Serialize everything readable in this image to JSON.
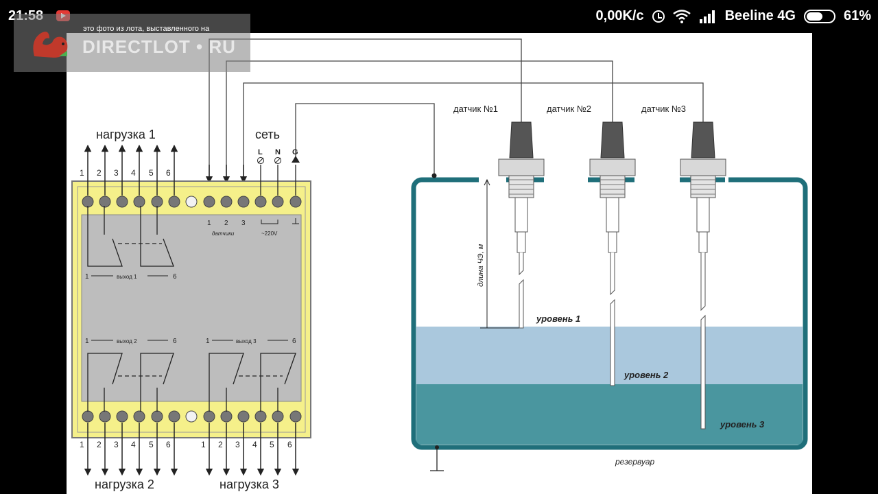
{
  "status_bar": {
    "time": "21:58",
    "net_speed": "0,00K/c",
    "carrier": "Beeline 4G",
    "battery_pct": "61%",
    "battery_level": 0.61
  },
  "watermark": {
    "small_text": "это фото из лота, выставленного на",
    "brand": "DIRECTLOT • RU"
  },
  "diagram": {
    "load1": "нагрузка 1",
    "load2": "нагрузка 2",
    "load3": "нагрузка 3",
    "mains": "сеть",
    "mains_terms": [
      "L",
      "N",
      "G"
    ],
    "terminal_numbers": [
      "1",
      "2",
      "3",
      "4",
      "5",
      "6"
    ],
    "sensors_label": "датчики",
    "sensor_numbers": [
      "1",
      "2",
      "3"
    ],
    "voltage": "~220V",
    "out1": "выход 1",
    "out2": "выход 2",
    "out3": "выход 3",
    "out_start": "1",
    "out_end": "6",
    "sensor1": "датчик №1",
    "sensor2": "датчик №2",
    "sensor3": "датчик №3",
    "length": "длина ЧЭ, м",
    "level1": "уровень 1",
    "level2": "уровень 2",
    "level3": "уровень 3",
    "reservoir": "резервуар",
    "colors": {
      "housing": "#f5f08a",
      "panel": "#bdbdbd",
      "tank": "#1f6f7a",
      "water_light": "#aac8dd",
      "water_dark": "#4a969f"
    }
  }
}
